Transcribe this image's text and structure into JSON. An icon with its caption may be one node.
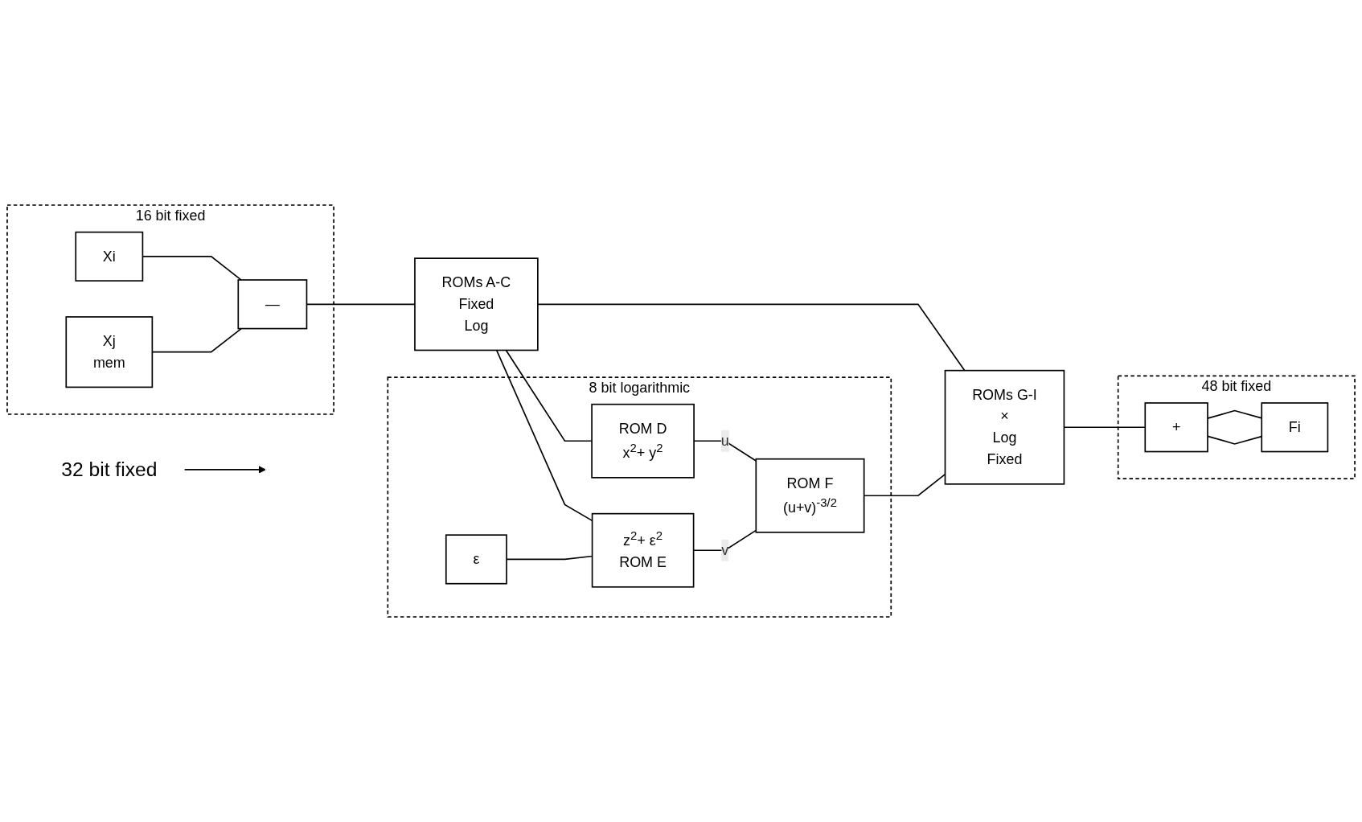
{
  "diagram": {
    "nodes": [
      {
        "text": [
          "16 bit fixed"
        ]
      },
      {
        "text": [
          "Xi"
        ],
        "in": 0
      },
      {
        "text": [
          "Xj",
          "mem"
        ],
        "in": 0
      },
      {
        "text": [
          "—"
        ],
        "in": 0
      },
      {
        "text": [
          "8 bit logarithmic"
        ]
      },
      {
        "text": [
          "ROMs A-C",
          "Fixed",
          "Log"
        ]
      },
      {
        "text": [
          "ROM D",
          "x$^{2}$+ y$^{2}$"
        ],
        "in": 4
      },
      {
        "text": [
          "z$^{2}$+ ε$^{2}$",
          "ROM E"
        ],
        "in": 4
      },
      {
        "text": [
          "ε"
        ],
        "in": 4
      },
      {
        "text": [
          "ROM F",
          "(u+v)$^{-3/2}$"
        ],
        "in": 4
      },
      {
        "text": [
          "ROMs G-I",
          "×",
          "Log",
          "Fixed"
        ]
      },
      {
        "text": [
          "48 bit fixed"
        ]
      },
      {
        "text": [
          "+"
        ],
        "in": 11
      },
      {
        "text": [
          "Fi"
        ],
        "in": 11
      },
      {
        "text": [
          "32 bit fixed"
        ]
      }
    ],
    "edges": [
      {
        "from": 1,
        "to": 3,
        "arrow": "none"
      },
      {
        "from": 2,
        "to": 3,
        "arrow": "none"
      },
      {
        "from": 3,
        "to": 5,
        "arrow": "none"
      },
      {
        "from": 5,
        "to": 10,
        "arrow": "none"
      },
      {
        "from": 5,
        "to": 6,
        "arrow": "none"
      },
      {
        "from": 5,
        "to": 7,
        "arrow": "none"
      },
      {
        "from": 6,
        "to": 9,
        "label": "u",
        "arrow": "none"
      },
      {
        "from": 7,
        "to": 9,
        "label": "v",
        "arrow": "none"
      },
      {
        "from": 8,
        "to": 7,
        "arrow": "none"
      },
      {
        "from": 9,
        "to": 10,
        "arrow": "none"
      },
      {
        "from": 10,
        "to": 12,
        "arrow": "none"
      },
      {
        "from": 12,
        "to": 13,
        "arrow": "none"
      },
      {
        "from": 13,
        "to": 12,
        "arrow": "none"
      },
      {
        "from": 14,
        "to": null,
        "arrow": "to"
      }
    ]
  }
}
